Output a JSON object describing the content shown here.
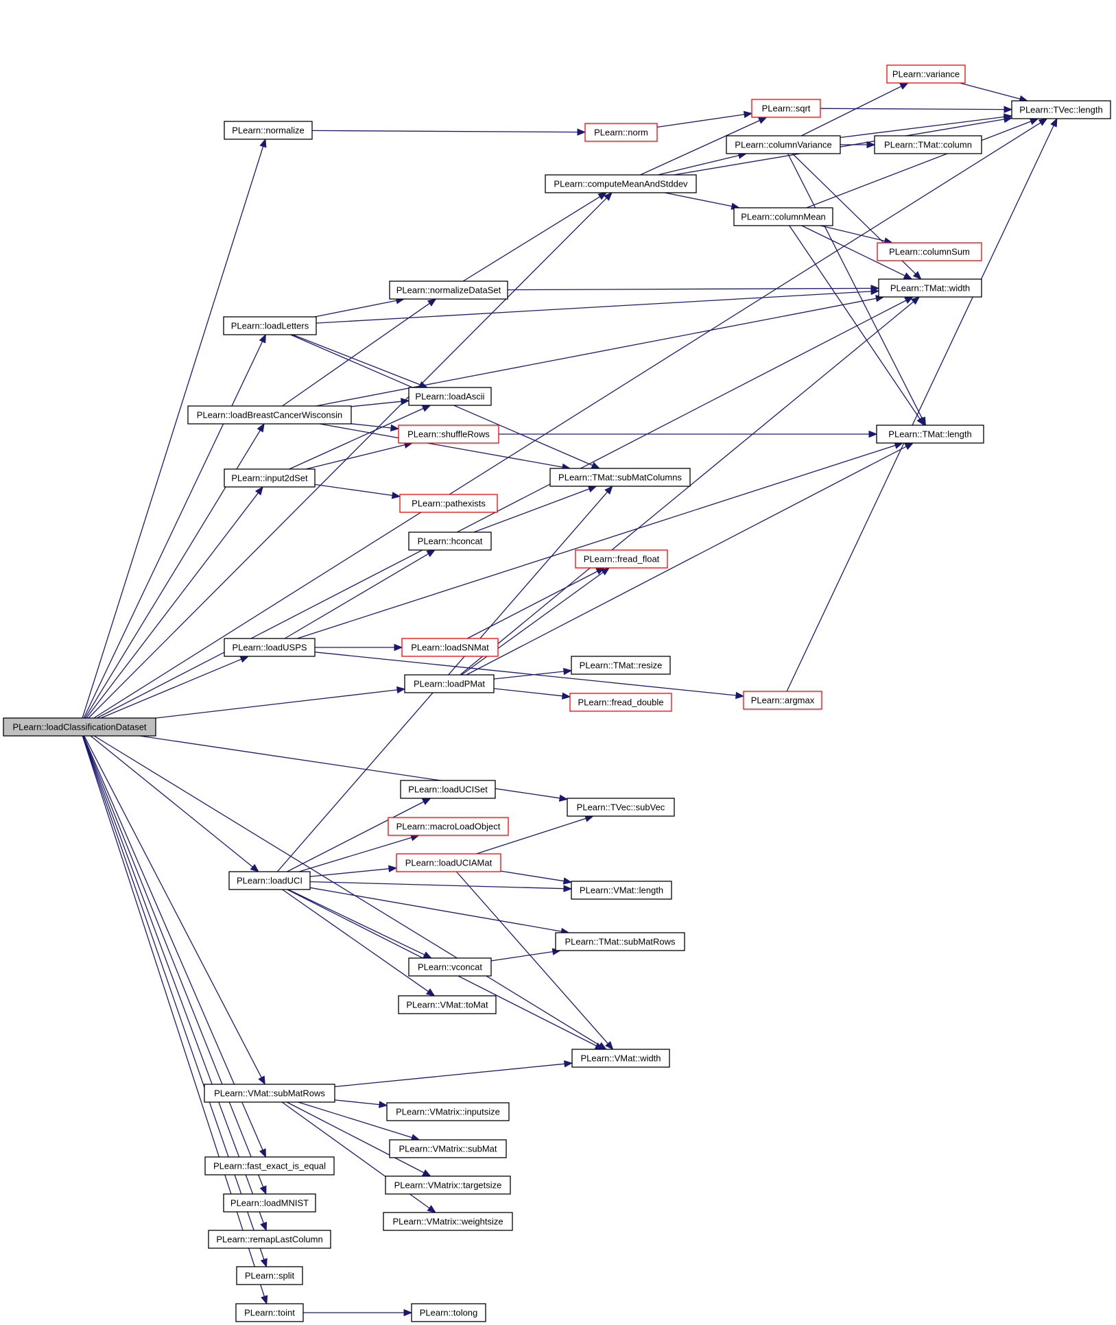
{
  "graph": {
    "nodes": [
      {
        "id": "root",
        "label": "PLearn::loadClassificationDataset",
        "style": "root"
      },
      {
        "id": "normalize",
        "label": "PLearn::normalize"
      },
      {
        "id": "loadLetters",
        "label": "PLearn::loadLetters"
      },
      {
        "id": "loadBreast",
        "label": "PLearn::loadBreastCancerWisconsin"
      },
      {
        "id": "input2dSet",
        "label": "PLearn::input2dSet"
      },
      {
        "id": "loadUSPS",
        "label": "PLearn::loadUSPS"
      },
      {
        "id": "loadUCI",
        "label": "PLearn::loadUCI"
      },
      {
        "id": "vmatSubMatRows",
        "label": "PLearn::VMat::subMatRows"
      },
      {
        "id": "fastExact",
        "label": "PLearn::fast_exact_is_equal"
      },
      {
        "id": "loadMNIST",
        "label": "PLearn::loadMNIST"
      },
      {
        "id": "remapLast",
        "label": "PLearn::remapLastColumn"
      },
      {
        "id": "split",
        "label": "PLearn::split"
      },
      {
        "id": "toint",
        "label": "PLearn::toint"
      },
      {
        "id": "tolong",
        "label": "PLearn::tolong"
      },
      {
        "id": "norm",
        "label": "PLearn::norm",
        "style": "red"
      },
      {
        "id": "cms",
        "label": "PLearn::computeMeanAndStddev"
      },
      {
        "id": "nds",
        "label": "PLearn::normalizeDataSet"
      },
      {
        "id": "loadAscii",
        "label": "PLearn::loadAscii"
      },
      {
        "id": "shuffleRows",
        "label": "PLearn::shuffleRows",
        "style": "red"
      },
      {
        "id": "pathexists",
        "label": "PLearn::pathexists",
        "style": "red"
      },
      {
        "id": "hconcat",
        "label": "PLearn::hconcat"
      },
      {
        "id": "loadSNMat",
        "label": "PLearn::loadSNMat",
        "style": "red"
      },
      {
        "id": "loadPMat",
        "label": "PLearn::loadPMat"
      },
      {
        "id": "freadFloat",
        "label": "PLearn::fread_float",
        "style": "red"
      },
      {
        "id": "tmatResize",
        "label": "PLearn::TMat::resize"
      },
      {
        "id": "freadDouble",
        "label": "PLearn::fread_double",
        "style": "red"
      },
      {
        "id": "subMatColumns",
        "label": "PLearn::TMat::subMatColumns"
      },
      {
        "id": "loadUCISet",
        "label": "PLearn::loadUCISet"
      },
      {
        "id": "macroLoad",
        "label": "PLearn::macroLoadObject",
        "style": "red"
      },
      {
        "id": "loadUCIAMat",
        "label": "PLearn::loadUCIAMat",
        "style": "red"
      },
      {
        "id": "tvecSubVec",
        "label": "PLearn::TVec::subVec"
      },
      {
        "id": "vmatLength",
        "label": "PLearn::VMat::length"
      },
      {
        "id": "tmatSubMatRows",
        "label": "PLearn::TMat::subMatRows"
      },
      {
        "id": "vconcat",
        "label": "PLearn::vconcat"
      },
      {
        "id": "vmatToMat",
        "label": "PLearn::VMat::toMat"
      },
      {
        "id": "vmatWidth",
        "label": "PLearn::VMat::width"
      },
      {
        "id": "inputsize",
        "label": "PLearn::VMatrix::inputsize"
      },
      {
        "id": "subMat",
        "label": "PLearn::VMatrix::subMat"
      },
      {
        "id": "targetsize",
        "label": "PLearn::VMatrix::targetsize"
      },
      {
        "id": "weightsize",
        "label": "PLearn::VMatrix::weightsize"
      },
      {
        "id": "sqrt",
        "label": "PLearn::sqrt",
        "style": "red"
      },
      {
        "id": "variance",
        "label": "PLearn::variance",
        "style": "red"
      },
      {
        "id": "columnVariance",
        "label": "PLearn::columnVariance"
      },
      {
        "id": "tmatColumn",
        "label": "PLearn::TMat::column"
      },
      {
        "id": "columnMean",
        "label": "PLearn::columnMean"
      },
      {
        "id": "columnSum",
        "label": "PLearn::columnSum",
        "style": "red"
      },
      {
        "id": "tmatWidth",
        "label": "PLearn::TMat::width"
      },
      {
        "id": "tmatLength",
        "label": "PLearn::TMat::length"
      },
      {
        "id": "argmax",
        "label": "PLearn::argmax",
        "style": "red"
      },
      {
        "id": "tvecLength",
        "label": "PLearn::TVec::length"
      }
    ],
    "edges": [
      [
        "root",
        "tvecLength"
      ],
      [
        "root",
        "normalize"
      ],
      [
        "root",
        "cms"
      ],
      [
        "root",
        "tmatWidth"
      ],
      [
        "root",
        "loadLetters"
      ],
      [
        "root",
        "loadBreast"
      ],
      [
        "root",
        "input2dSet"
      ],
      [
        "root",
        "loadUSPS"
      ],
      [
        "root",
        "loadPMat"
      ],
      [
        "root",
        "tvecSubVec"
      ],
      [
        "root",
        "loadUCI"
      ],
      [
        "root",
        "vmatSubMatRows"
      ],
      [
        "root",
        "fastExact"
      ],
      [
        "root",
        "loadMNIST"
      ],
      [
        "root",
        "remapLast"
      ],
      [
        "root",
        "split"
      ],
      [
        "root",
        "toint"
      ],
      [
        "root",
        "vmatWidth"
      ],
      [
        "normalize",
        "norm"
      ],
      [
        "norm",
        "sqrt"
      ],
      [
        "cms",
        "sqrt"
      ],
      [
        "cms",
        "columnVariance"
      ],
      [
        "cms",
        "columnMean"
      ],
      [
        "cms",
        "tvecLength"
      ],
      [
        "sqrt",
        "tvecLength"
      ],
      [
        "variance",
        "tvecLength"
      ],
      [
        "columnVariance",
        "variance"
      ],
      [
        "columnVariance",
        "tvecLength"
      ],
      [
        "columnVariance",
        "tmatColumn"
      ],
      [
        "columnVariance",
        "tmatWidth"
      ],
      [
        "columnVariance",
        "tmatLength"
      ],
      [
        "columnMean",
        "tvecLength"
      ],
      [
        "columnMean",
        "columnSum"
      ],
      [
        "columnMean",
        "tmatWidth"
      ],
      [
        "columnMean",
        "tmatLength"
      ],
      [
        "loadLetters",
        "nds"
      ],
      [
        "loadLetters",
        "tmatWidth"
      ],
      [
        "loadLetters",
        "loadAscii"
      ],
      [
        "loadLetters",
        "subMatColumns"
      ],
      [
        "nds",
        "cms"
      ],
      [
        "nds",
        "tmatWidth"
      ],
      [
        "loadBreast",
        "nds"
      ],
      [
        "loadBreast",
        "tmatWidth"
      ],
      [
        "loadBreast",
        "loadAscii"
      ],
      [
        "loadBreast",
        "shuffleRows"
      ],
      [
        "loadBreast",
        "subMatColumns"
      ],
      [
        "input2dSet",
        "loadAscii"
      ],
      [
        "input2dSet",
        "shuffleRows"
      ],
      [
        "input2dSet",
        "pathexists"
      ],
      [
        "shuffleRows",
        "tmatLength"
      ],
      [
        "hconcat",
        "subMatColumns"
      ],
      [
        "loadUSPS",
        "hconcat"
      ],
      [
        "loadUSPS",
        "tmatLength"
      ],
      [
        "loadUSPS",
        "loadSNMat"
      ],
      [
        "loadUSPS",
        "argmax"
      ],
      [
        "loadSNMat",
        "freadFloat"
      ],
      [
        "loadPMat",
        "freadFloat"
      ],
      [
        "loadPMat",
        "tmatWidth"
      ],
      [
        "loadPMat",
        "tmatLength"
      ],
      [
        "loadPMat",
        "tmatResize"
      ],
      [
        "loadPMat",
        "freadDouble"
      ],
      [
        "argmax",
        "tvecLength"
      ],
      [
        "loadUCI",
        "subMatColumns"
      ],
      [
        "loadUCI",
        "loadUCISet"
      ],
      [
        "loadUCI",
        "macroLoad"
      ],
      [
        "loadUCI",
        "loadUCIAMat"
      ],
      [
        "loadUCI",
        "vmatLength"
      ],
      [
        "loadUCI",
        "tmatSubMatRows"
      ],
      [
        "loadUCI",
        "vconcat"
      ],
      [
        "loadUCI",
        "vmatToMat"
      ],
      [
        "loadUCI",
        "vmatWidth"
      ],
      [
        "loadUCIAMat",
        "tvecSubVec"
      ],
      [
        "loadUCIAMat",
        "vmatLength"
      ],
      [
        "loadUCIAMat",
        "vmatWidth"
      ],
      [
        "vconcat",
        "tmatSubMatRows"
      ],
      [
        "vmatSubMatRows",
        "vmatWidth"
      ],
      [
        "vmatSubMatRows",
        "inputsize"
      ],
      [
        "vmatSubMatRows",
        "subMat"
      ],
      [
        "vmatSubMatRows",
        "targetsize"
      ],
      [
        "vmatSubMatRows",
        "weightsize"
      ],
      [
        "toint",
        "tolong"
      ]
    ]
  }
}
